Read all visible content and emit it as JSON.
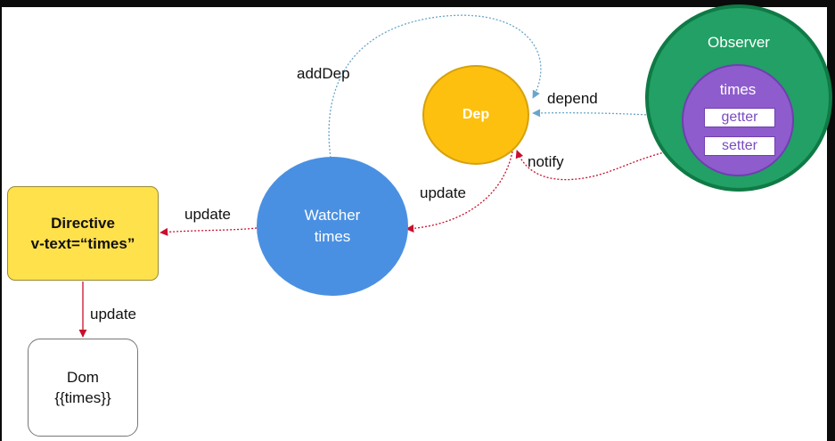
{
  "diagram": {
    "directive": {
      "line1": "Directive",
      "line2": "v-text=“times”"
    },
    "dom": {
      "line1": "Dom",
      "line2": "{{times}}"
    },
    "watcher": {
      "line1": "Watcher",
      "line2": "times"
    },
    "dep": {
      "label": "Dep"
    },
    "observer": {
      "label": "Observer"
    },
    "times": {
      "label": "times",
      "getter": "getter",
      "setter": "setter"
    },
    "edges": {
      "add_dep": "addDep",
      "depend": "depend",
      "notify": "notify",
      "update_dep_watcher": "update",
      "update_watcher_directive": "update",
      "update_directive_dom": "update"
    },
    "colors": {
      "directive": "#ffe14c",
      "watcher": "#4a90e2",
      "dep": "#fdc00f",
      "observer": "#22a065",
      "times": "#8f5ccd",
      "red_arrow": "#c8102e",
      "blue_arrow": "#6aa6c8"
    }
  }
}
